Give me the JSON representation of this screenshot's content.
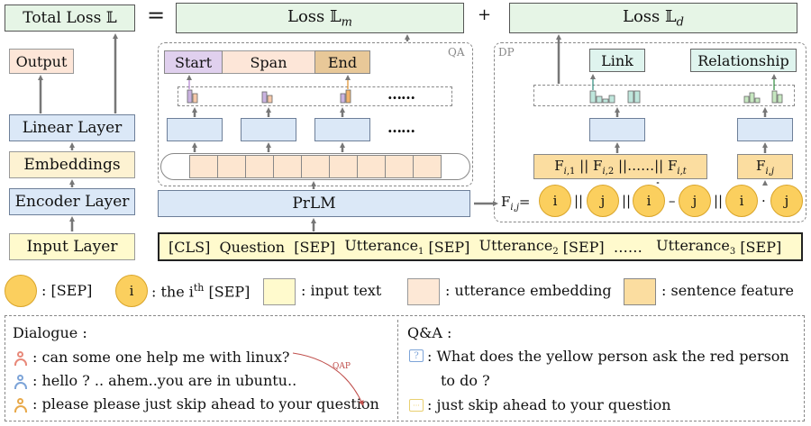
{
  "left_col": {
    "total_loss": "Total Loss 𝕃",
    "output": "Output",
    "linear": "Linear Layer",
    "embeddings": "Embeddings",
    "encoder": "Encoder Layer",
    "input": "Input Layer"
  },
  "equals": "=",
  "plus": "+",
  "loss_m": "Loss 𝕃",
  "loss_m_sub": "m",
  "loss_d": "Loss 𝕃",
  "loss_d_sub": "d",
  "qa": {
    "tag": "QA",
    "start": "Start",
    "span": "Span",
    "end": "End",
    "dots": "……",
    "dots2": "……"
  },
  "dp": {
    "tag": "DP",
    "link": "Link",
    "relationship": "Relationship",
    "feat_seq": "F",
    "feat_seq_full": "Fi,1 || Fi,2 ||……|| Fi,t",
    "feat_ij": "F",
    "formula_lhs": "F",
    "formula_i": "i",
    "formula_j": "j",
    "op_concat": "||",
    "op_minus": "–",
    "op_dot": "·"
  },
  "prlm": "PrLM",
  "input_seq": {
    "cls": "[CLS]",
    "question": "Question",
    "sep": "[SEP]",
    "utt": "Utterance",
    "sub1": "1",
    "sub2": "2",
    "sub3": "3",
    "dots": "……"
  },
  "legend": {
    "sep": ": [SEP]",
    "ith_i": "i",
    "ith_text_a": ": the i",
    "ith_sup": "th",
    "ith_text_b": " [SEP]",
    "input_text": ": input text",
    "utt_emb": ": utterance embedding",
    "sent_feat": ": sentence feature"
  },
  "dialogue": {
    "title": "Dialogue :",
    "lines": [
      ": can some one help me with linux?",
      ": hello ? .. ahem..you are in ubuntu..",
      ": please please just skip ahead to your question"
    ],
    "person_colors": [
      "#e8897a",
      "#7da4d8",
      "#e8a94a"
    ],
    "qap": "QAP"
  },
  "qa_example": {
    "title": "Q&A :",
    "question_a": ": What does the yellow person ask the red person",
    "question_b": "to do ?",
    "answer": ": just skip ahead to your question"
  }
}
